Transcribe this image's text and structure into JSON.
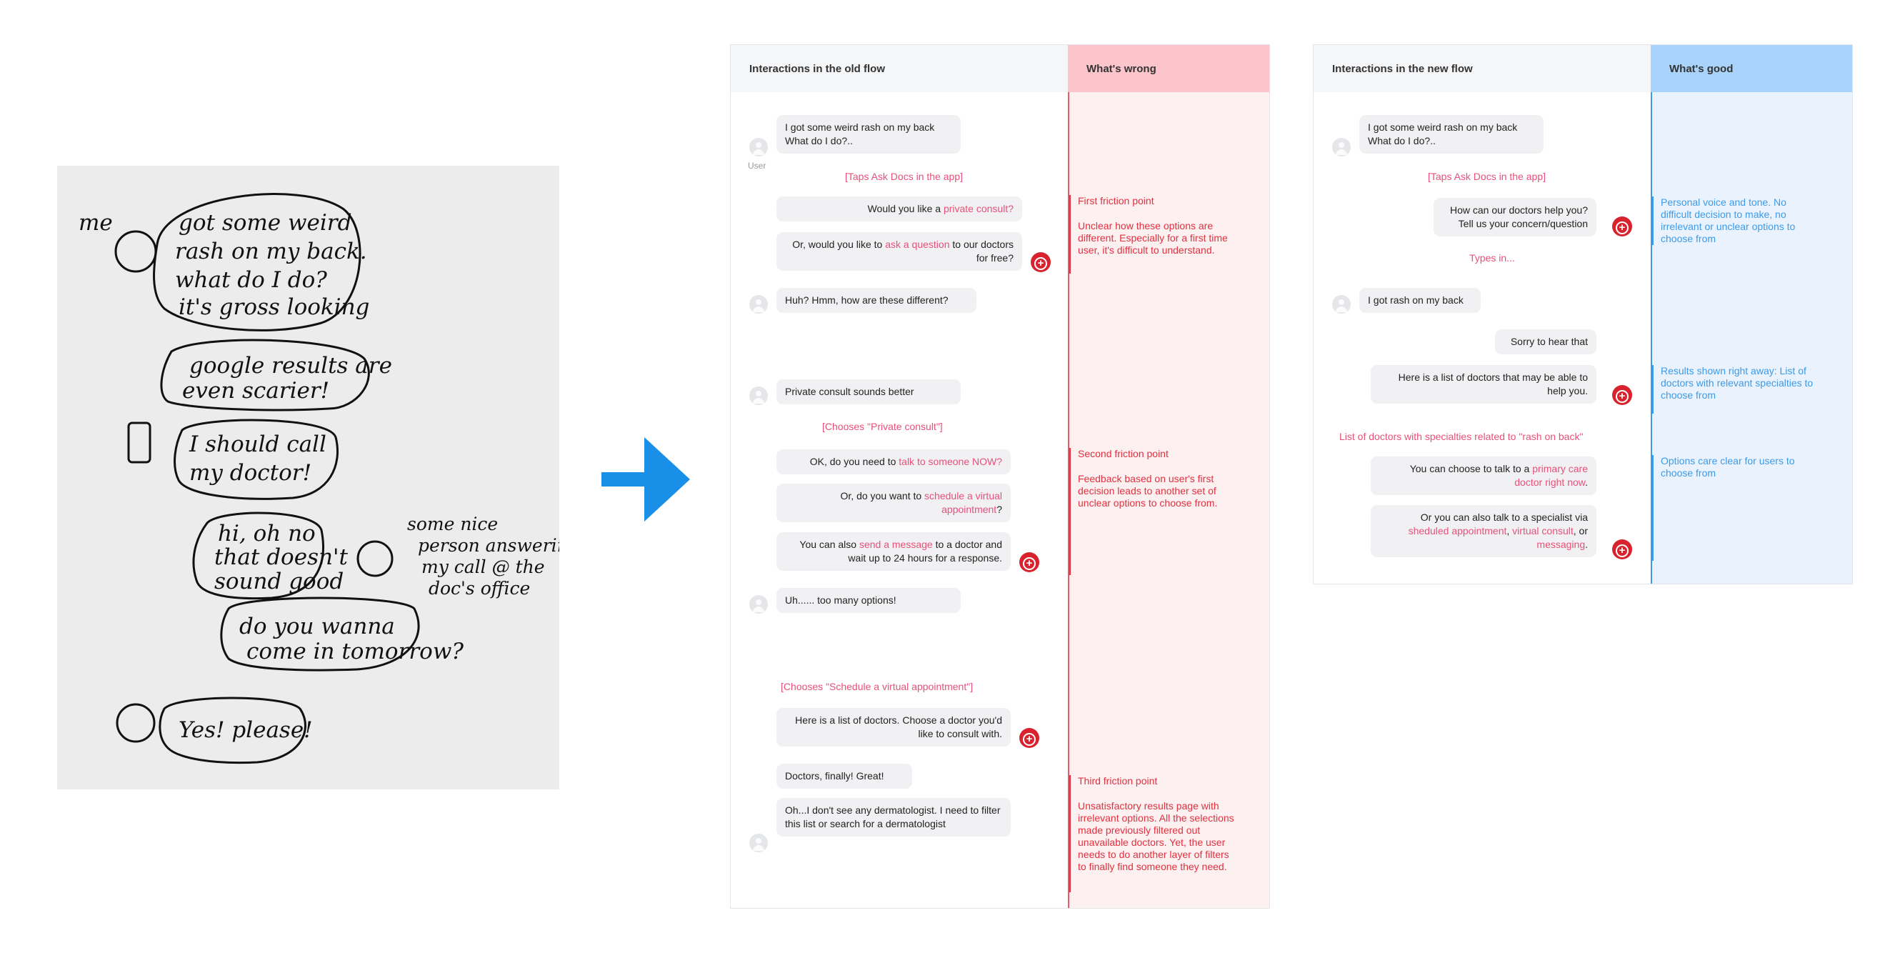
{
  "sketch": {
    "lines": [
      "me",
      "got some weird",
      "rash on my back.",
      "what do I do?",
      "it's gross looking",
      "google results are",
      "even scarier!",
      "I should call",
      "my doctor!",
      "hi, oh no",
      "that doesn't",
      "sound good",
      "some nice",
      "person answering",
      "my call @ the",
      "doc's office",
      "do you wanna",
      "come in tomorrow?",
      "Yes! please!"
    ]
  },
  "old_flow": {
    "header_left": "Interactions in the old flow",
    "header_right": "What's wrong",
    "user_label": "User",
    "msg1": "I got some weird rash on my back\nWhat do I do?..",
    "action1": "[Taps Ask Docs in the app]",
    "b2a": "Would you like a ",
    "b2b": "private consult?",
    "b3a": "Or, would you like to ",
    "b3b": "ask a question",
    "b3c": " to our doctors for free?",
    "msg4": "Huh? Hmm, how are these different?",
    "msg5": "Private consult sounds better",
    "action2": "[Chooses \"Private consult\"]",
    "b6a": "OK, do you need to ",
    "b6b": "talk to someone NOW?",
    "b7a": "Or, do you want to ",
    "b7b": "schedule a virtual appointment",
    "b7c": "?",
    "b8a": "You can also ",
    "b8b": "send a message",
    "b8c": " to a doctor and wait up to 24 hours for a response.",
    "msg9": "Uh...... too many options!",
    "action3": "[Chooses \"Schedule a virtual appointment\"]",
    "b10": "Here is a list of doctors. Choose a doctor you'd like to consult with.",
    "msg11": "Doctors, finally! Great!",
    "msg12": "Oh...I don't see any dermatologist. I need to filter this list or search for a dermatologist",
    "note1_title": "First friction point",
    "note1_body": "Unclear how these options are different. Especially for a first time user, it's difficult to understand.",
    "note2_title": "Second friction point",
    "note2_body": "Feedback based on user's first decision leads to another set of unclear options to choose from.",
    "note3_title": "Third friction point",
    "note3_body": "Unsatisfactory results page with irrelevant options. All the selections made previously filtered out unavailable doctors. Yet, the user needs to do another layer of filters to finally find someone they need."
  },
  "new_flow": {
    "header_left": "Interactions in the new flow",
    "header_right": "What's good",
    "msg1": "I got some weird rash on my back\nWhat do I do?..",
    "action1": "[Taps Ask Docs in the app]",
    "b2": "How can our doctors help you? Tell us your concern/question",
    "action2": "Types in...",
    "msg3": "I got rash on my back",
    "b4": "Sorry to hear that",
    "b5": "Here is a list of doctors that may be able to help you.",
    "action3": "List of doctors with specialties related to \"rash on back\"",
    "b6a": "You can choose to talk to a ",
    "b6b": "primary care doctor right now",
    "b6c": ".",
    "b7a": "Or you can also talk to a specialist via ",
    "b7b": "sheduled appointment",
    "b7c": ", ",
    "b7d": "virtual consult",
    "b7e": ", or ",
    "b7f": "messaging",
    "b7g": ".",
    "note1": "Personal voice and tone. No difficult decision to make, no irrelevant or unclear options to choose from",
    "note2": "Results shown right away: List of doctors with relevant specialties to choose from",
    "note3": "Options care clear for users to choose from"
  },
  "colors": {
    "accent_blue": "#1a8fe8",
    "wrong_header": "#fcc5cb",
    "good_header": "#a9d3fb",
    "pink": "#e8507a",
    "red": "#e0313f",
    "blue_note": "#3c9ae8"
  }
}
